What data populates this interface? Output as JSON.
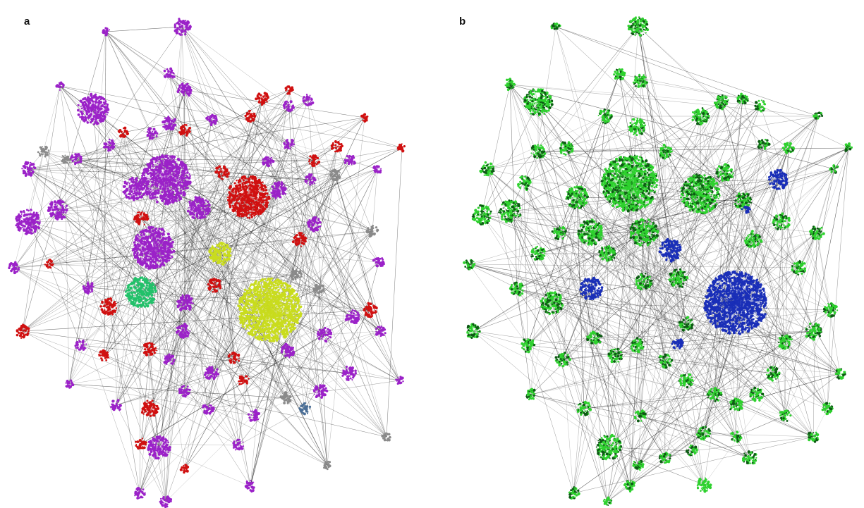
{
  "panels": [
    {
      "label": "a",
      "colors": {
        "background": "#ffffff",
        "edge": "#2b2b2b",
        "purple": "#9b22c8",
        "red": "#d01010",
        "gray": "#8a8a8a",
        "yellow_green": "#c9dc1e",
        "teal_green": "#22c16a",
        "steel_blue": "#4a6e96"
      },
      "node_groups": [
        "purple",
        "red",
        "gray",
        "yellow_green",
        "teal_green",
        "steel_blue"
      ]
    },
    {
      "label": "b",
      "colors": {
        "background": "#ffffff",
        "edge": "#2b2b2b",
        "green": "#2ed12e",
        "dark_green": "#0d5a14",
        "red": "#d01010",
        "blue": "#1a2fb8"
      },
      "node_groups": [
        "green",
        "red",
        "blue"
      ]
    }
  ]
}
